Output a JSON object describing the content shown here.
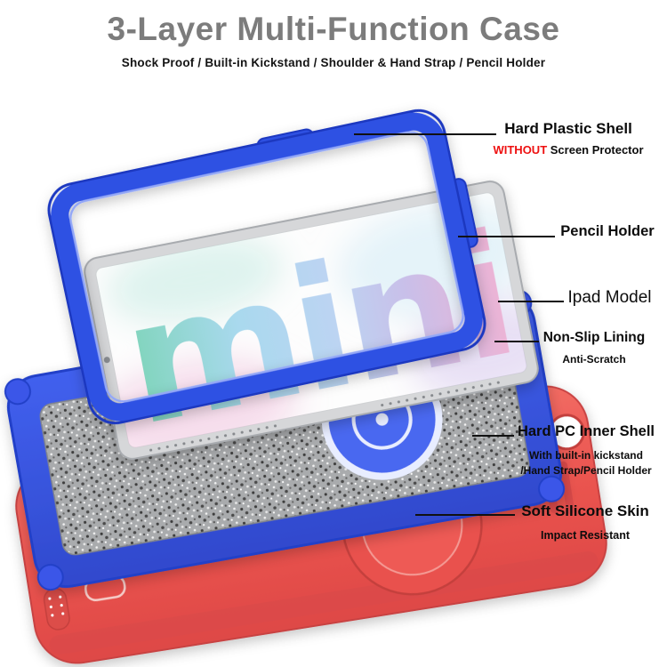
{
  "header": {
    "title": "3-Layer Multi-Function Case",
    "subtitle": "Shock Proof / Built-in Kickstand / Shoulder & Hand Strap / Pencil Holder"
  },
  "device": {
    "screen_wordmark": "mini"
  },
  "annotations": {
    "hard_plastic_shell": {
      "title": "Hard Plastic Shell",
      "note_highlight": "WITHOUT",
      "note_rest": " Screen Protector"
    },
    "pencil_holder": {
      "title": "Pencil Holder"
    },
    "ipad_model": {
      "title": "Ipad Model"
    },
    "non_slip_lining": {
      "title": "Non-Slip Lining",
      "note": "Anti-Scratch"
    },
    "hard_pc_inner_shell": {
      "title": "Hard PC Inner Shell",
      "note_line1": "With built-in kickstand",
      "note_line2": "/Hand Strap/Pencil Holder"
    },
    "soft_silicone_skin": {
      "title": "Soft Silicone Skin",
      "note": "Impact Resistant"
    }
  },
  "colors": {
    "title_gray": "#7c7c7c",
    "highlight_red": "#ee1111",
    "frame_blue": "#2e51e3",
    "shell_blue": "#3a57e8",
    "skin_red": "#ea544f",
    "lining_gray": "#a9abad"
  }
}
